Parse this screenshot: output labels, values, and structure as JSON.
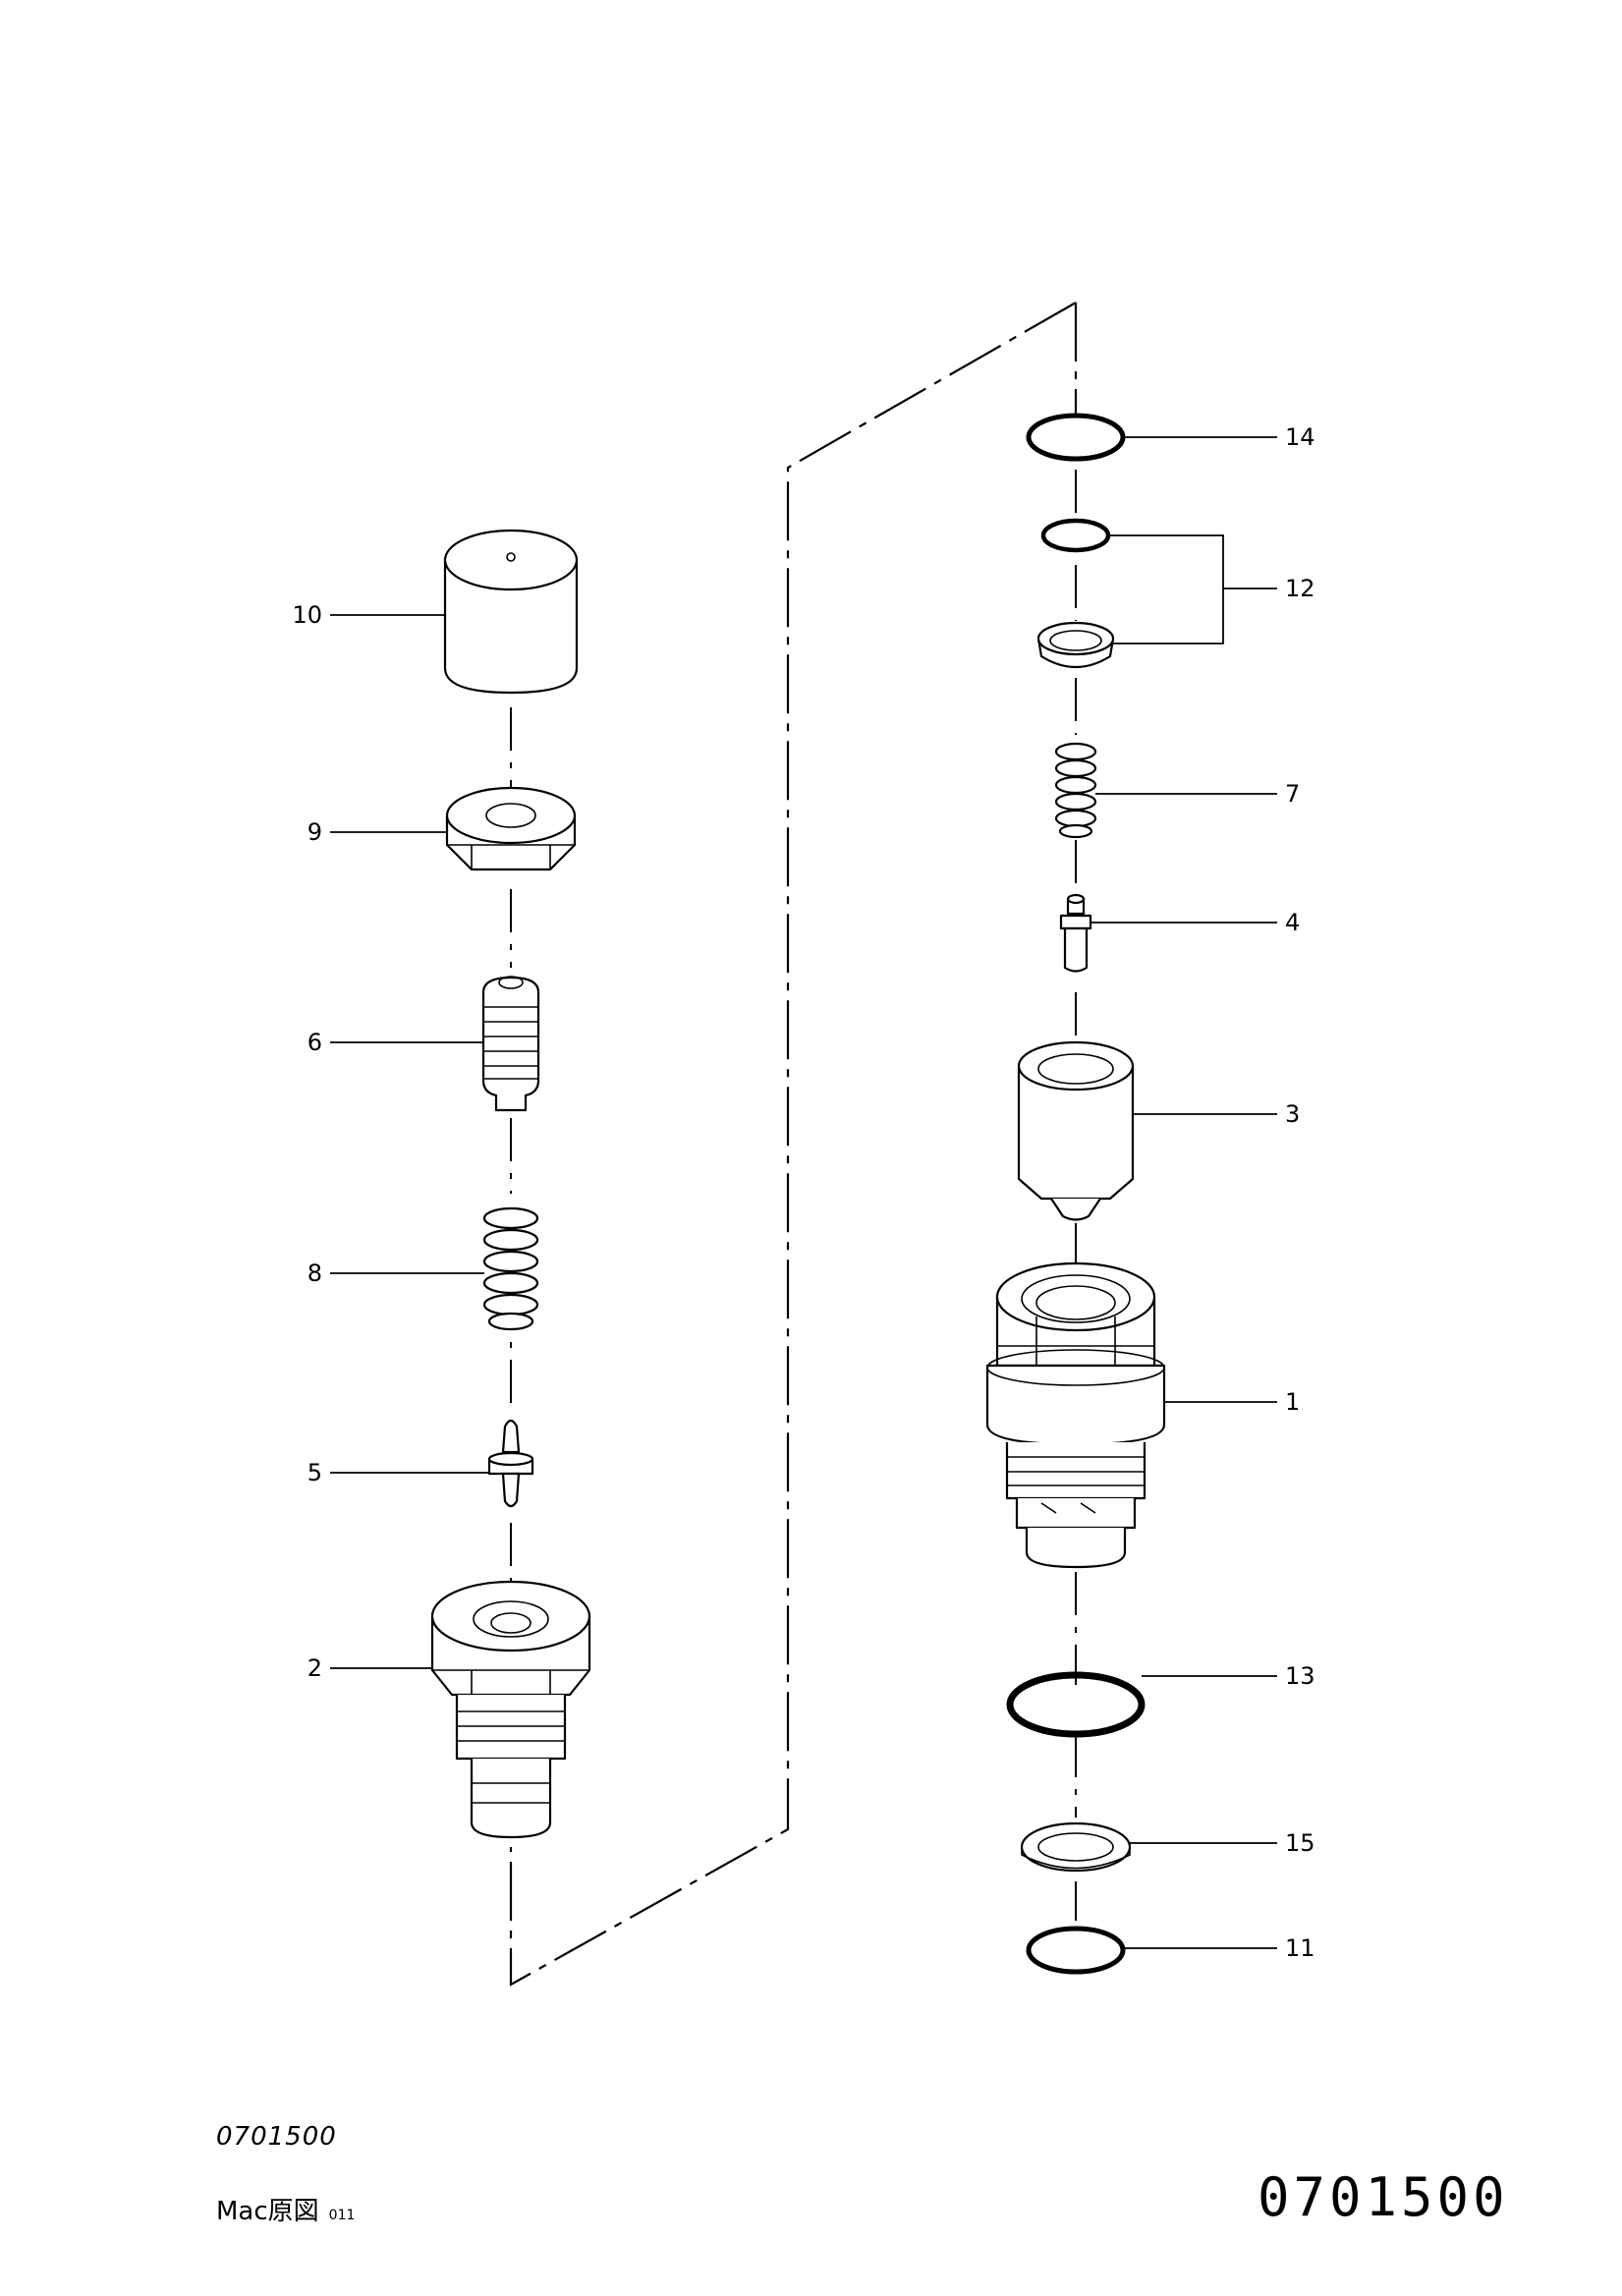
{
  "diagram": {
    "callouts": [
      {
        "id": "10",
        "label": "10"
      },
      {
        "id": "9",
        "label": "9"
      },
      {
        "id": "6",
        "label": "6"
      },
      {
        "id": "8",
        "label": "8"
      },
      {
        "id": "5",
        "label": "5"
      },
      {
        "id": "2",
        "label": "2"
      },
      {
        "id": "14",
        "label": "14"
      },
      {
        "id": "12",
        "label": "12"
      },
      {
        "id": "7",
        "label": "7"
      },
      {
        "id": "4",
        "label": "4"
      },
      {
        "id": "3",
        "label": "3"
      },
      {
        "id": "1",
        "label": "1"
      },
      {
        "id": "13",
        "label": "13"
      },
      {
        "id": "15",
        "label": "15"
      },
      {
        "id": "11",
        "label": "11"
      }
    ]
  },
  "footer": {
    "drawing_code": "0701500",
    "source_note": "Mac原図",
    "source_number": "011",
    "big_code": "0701500"
  }
}
